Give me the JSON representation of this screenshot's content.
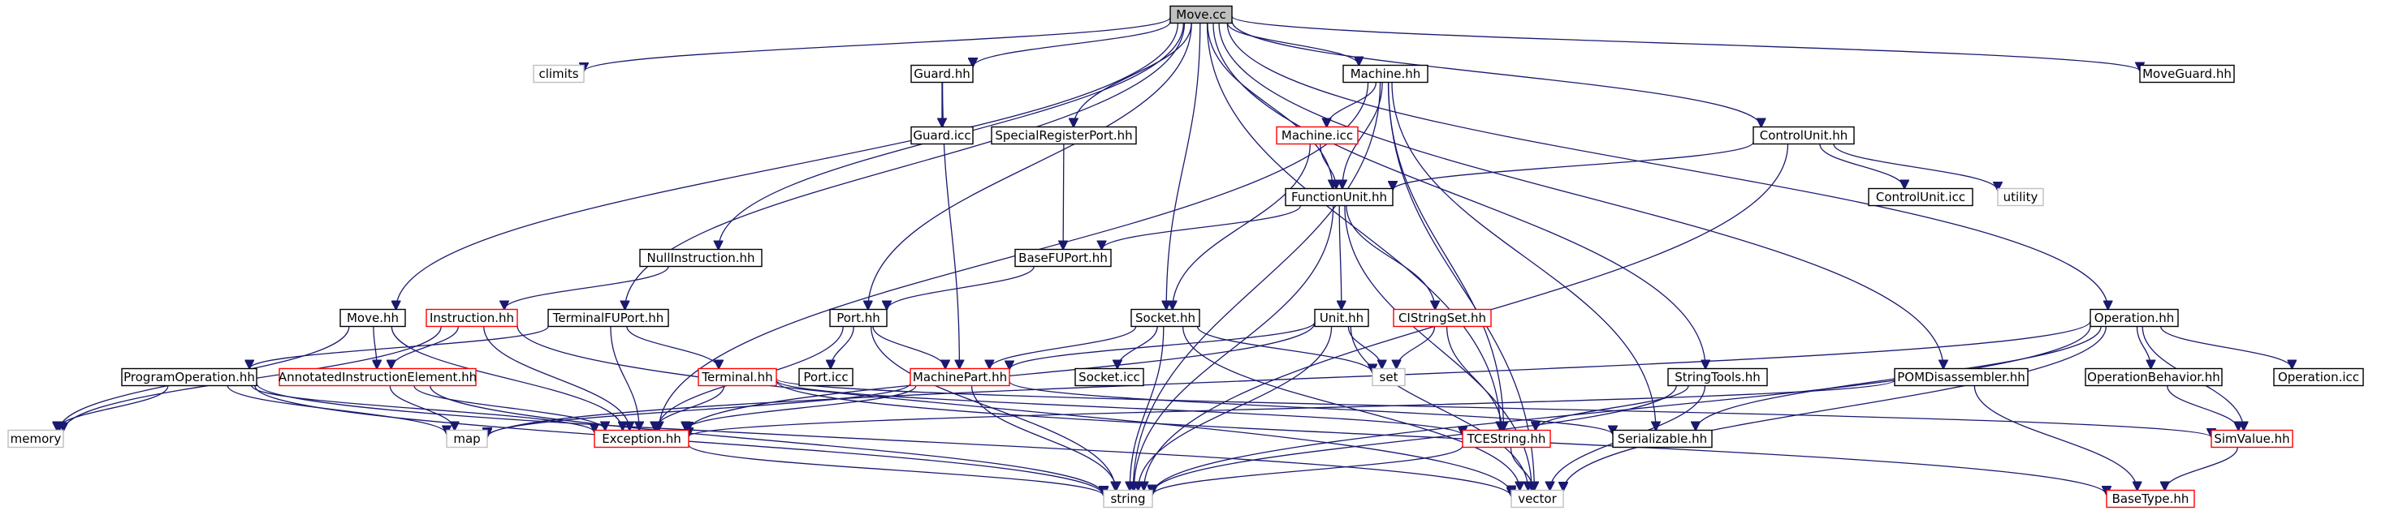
{
  "colors": {
    "edge": "#191970",
    "border_normal": "#000000",
    "border_missing": "#bfbfbf",
    "border_truncated": "#ff0000",
    "root_fill": "#bfbfbf",
    "fill": "#ffffff",
    "text": "#000000",
    "text_missing": "#808080"
  },
  "nodes": [
    {
      "id": "move_cc",
      "label": "Move.cc",
      "kind": "root"
    },
    {
      "id": "climits",
      "label": "climits",
      "kind": "missing"
    },
    {
      "id": "guard_hh",
      "label": "Guard.hh",
      "kind": "normal"
    },
    {
      "id": "guard_icc",
      "label": "Guard.icc",
      "kind": "normal"
    },
    {
      "id": "specialregisterport_hh",
      "label": "SpecialRegisterPort.hh",
      "kind": "normal"
    },
    {
      "id": "machine_hh",
      "label": "Machine.hh",
      "kind": "normal"
    },
    {
      "id": "machine_icc",
      "label": "Machine.icc",
      "kind": "truncated"
    },
    {
      "id": "functionunit_hh",
      "label": "FunctionUnit.hh",
      "kind": "normal"
    },
    {
      "id": "controlunit_hh",
      "label": "ControlUnit.hh",
      "kind": "normal"
    },
    {
      "id": "controlunit_icc",
      "label": "ControlUnit.icc",
      "kind": "normal"
    },
    {
      "id": "utility",
      "label": "utility",
      "kind": "missing"
    },
    {
      "id": "moveguard_hh",
      "label": "MoveGuard.hh",
      "kind": "normal"
    },
    {
      "id": "nullinstruction_hh",
      "label": "NullInstruction.hh",
      "kind": "normal"
    },
    {
      "id": "basefuport_hh",
      "label": "BaseFUPort.hh",
      "kind": "normal"
    },
    {
      "id": "move_hh",
      "label": "Move.hh",
      "kind": "normal"
    },
    {
      "id": "instruction_hh",
      "label": "Instruction.hh",
      "kind": "truncated"
    },
    {
      "id": "terminalfuport_hh",
      "label": "TerminalFUPort.hh",
      "kind": "normal"
    },
    {
      "id": "port_hh",
      "label": "Port.hh",
      "kind": "normal"
    },
    {
      "id": "socket_hh",
      "label": "Socket.hh",
      "kind": "normal"
    },
    {
      "id": "unit_hh",
      "label": "Unit.hh",
      "kind": "normal"
    },
    {
      "id": "cistringset_hh",
      "label": "CIStringSet.hh",
      "kind": "truncated"
    },
    {
      "id": "operation_hh",
      "label": "Operation.hh",
      "kind": "normal"
    },
    {
      "id": "programoperation_hh",
      "label": "ProgramOperation.hh",
      "kind": "normal"
    },
    {
      "id": "annotatedinstructionelement_hh",
      "label": "AnnotatedInstructionElement.hh",
      "kind": "truncated"
    },
    {
      "id": "terminal_hh",
      "label": "Terminal.hh",
      "kind": "truncated"
    },
    {
      "id": "port_icc",
      "label": "Port.icc",
      "kind": "normal"
    },
    {
      "id": "machinepart_hh",
      "label": "MachinePart.hh",
      "kind": "truncated"
    },
    {
      "id": "socket_icc",
      "label": "Socket.icc",
      "kind": "normal"
    },
    {
      "id": "set",
      "label": "set",
      "kind": "missing"
    },
    {
      "id": "stringtools_hh",
      "label": "StringTools.hh",
      "kind": "normal"
    },
    {
      "id": "pomdisassembler_hh",
      "label": "POMDisassembler.hh",
      "kind": "normal"
    },
    {
      "id": "operationbehavior_hh",
      "label": "OperationBehavior.hh",
      "kind": "normal"
    },
    {
      "id": "operation_icc",
      "label": "Operation.icc",
      "kind": "normal"
    },
    {
      "id": "memory",
      "label": "memory",
      "kind": "missing"
    },
    {
      "id": "map",
      "label": "map",
      "kind": "missing"
    },
    {
      "id": "exception_hh",
      "label": "Exception.hh",
      "kind": "truncated"
    },
    {
      "id": "tcestring_hh",
      "label": "TCEString.hh",
      "kind": "truncated"
    },
    {
      "id": "serializable_hh",
      "label": "Serializable.hh",
      "kind": "normal"
    },
    {
      "id": "simvalue_hh",
      "label": "SimValue.hh",
      "kind": "truncated"
    },
    {
      "id": "string",
      "label": "string",
      "kind": "missing"
    },
    {
      "id": "vector",
      "label": "vector",
      "kind": "missing"
    },
    {
      "id": "basetype_hh",
      "label": "BaseType.hh",
      "kind": "truncated"
    }
  ],
  "edges": [
    [
      "move_cc",
      "climits"
    ],
    [
      "move_cc",
      "guard_hh"
    ],
    [
      "move_cc",
      "specialregisterport_hh"
    ],
    [
      "move_cc",
      "machine_hh"
    ],
    [
      "move_cc",
      "functionunit_hh"
    ],
    [
      "move_cc",
      "controlunit_hh"
    ],
    [
      "move_cc",
      "moveguard_hh"
    ],
    [
      "move_cc",
      "nullinstruction_hh"
    ],
    [
      "move_cc",
      "move_hh"
    ],
    [
      "move_cc",
      "terminalfuport_hh"
    ],
    [
      "move_cc",
      "port_hh"
    ],
    [
      "move_cc",
      "socket_hh"
    ],
    [
      "move_cc",
      "tcestring_hh"
    ],
    [
      "move_cc",
      "stringtools_hh"
    ],
    [
      "move_cc",
      "pomdisassembler_hh"
    ],
    [
      "move_cc",
      "operation_hh"
    ],
    [
      "guard_hh",
      "guard_icc"
    ],
    [
      "guard_hh",
      "machinepart_hh"
    ],
    [
      "specialregisterport_hh",
      "basefuport_hh"
    ],
    [
      "machine_hh",
      "machine_icc"
    ],
    [
      "machine_hh",
      "functionunit_hh"
    ],
    [
      "machine_hh",
      "exception_hh"
    ],
    [
      "machine_hh",
      "string"
    ],
    [
      "machine_hh",
      "tcestring_hh"
    ],
    [
      "machine_hh",
      "serializable_hh"
    ],
    [
      "machine_hh",
      "vector"
    ],
    [
      "machine_icc",
      "functionunit_hh"
    ],
    [
      "machine_icc",
      "socket_hh"
    ],
    [
      "controlunit_hh",
      "functionunit_hh"
    ],
    [
      "controlunit_hh",
      "controlunit_icc"
    ],
    [
      "controlunit_hh",
      "utility"
    ],
    [
      "controlunit_hh",
      "string"
    ],
    [
      "functionunit_hh",
      "basefuport_hh"
    ],
    [
      "functionunit_hh",
      "unit_hh"
    ],
    [
      "functionunit_hh",
      "cistringset_hh"
    ],
    [
      "functionunit_hh",
      "string"
    ],
    [
      "functionunit_hh",
      "vector"
    ],
    [
      "nullinstruction_hh",
      "instruction_hh"
    ],
    [
      "basefuport_hh",
      "port_hh"
    ],
    [
      "move_hh",
      "memory"
    ],
    [
      "move_hh",
      "annotatedinstructionelement_hh"
    ],
    [
      "move_hh",
      "exception_hh"
    ],
    [
      "instruction_hh",
      "annotatedinstructionelement_hh"
    ],
    [
      "instruction_hh",
      "exception_hh"
    ],
    [
      "instruction_hh",
      "memory"
    ],
    [
      "instruction_hh",
      "vector"
    ],
    [
      "terminalfuport_hh",
      "terminal_hh"
    ],
    [
      "terminalfuport_hh",
      "exception_hh"
    ],
    [
      "terminalfuport_hh",
      "programoperation_hh"
    ],
    [
      "port_hh",
      "port_icc"
    ],
    [
      "port_hh",
      "machinepart_hh"
    ],
    [
      "port_hh",
      "exception_hh"
    ],
    [
      "port_hh",
      "string"
    ],
    [
      "socket_hh",
      "socket_icc"
    ],
    [
      "socket_hh",
      "machinepart_hh"
    ],
    [
      "socket_hh",
      "set"
    ],
    [
      "socket_hh",
      "string"
    ],
    [
      "socket_hh",
      "vector"
    ],
    [
      "unit_hh",
      "machinepart_hh"
    ],
    [
      "unit_hh",
      "set"
    ],
    [
      "unit_hh",
      "exception_hh"
    ],
    [
      "unit_hh",
      "string"
    ],
    [
      "unit_hh",
      "vector"
    ],
    [
      "cistringset_hh",
      "set"
    ],
    [
      "cistringset_hh",
      "tcestring_hh"
    ],
    [
      "operation_hh",
      "operationbehavior_hh"
    ],
    [
      "operation_hh",
      "operation_icc"
    ],
    [
      "operation_hh",
      "map"
    ],
    [
      "operation_hh",
      "serializable_hh"
    ],
    [
      "operation_hh",
      "simvalue_hh"
    ],
    [
      "operation_hh",
      "string"
    ],
    [
      "operation_hh",
      "vector"
    ],
    [
      "programoperation_hh",
      "memory"
    ],
    [
      "programoperation_hh",
      "map"
    ],
    [
      "programoperation_hh",
      "exception_hh"
    ],
    [
      "programoperation_hh",
      "string"
    ],
    [
      "programoperation_hh",
      "vector"
    ],
    [
      "annotatedinstructionelement_hh",
      "map"
    ],
    [
      "annotatedinstructionelement_hh",
      "exception_hh"
    ],
    [
      "annotatedinstructionelement_hh",
      "string"
    ],
    [
      "terminal_hh",
      "exception_hh"
    ],
    [
      "terminal_hh",
      "tcestring_hh"
    ],
    [
      "terminal_hh",
      "simvalue_hh"
    ],
    [
      "terminal_hh",
      "basetype_hh"
    ],
    [
      "machinepart_hh",
      "exception_hh"
    ],
    [
      "machinepart_hh",
      "serializable_hh"
    ],
    [
      "machinepart_hh",
      "string"
    ],
    [
      "machinepart_hh",
      "map"
    ],
    [
      "stringtools_hh",
      "tcestring_hh"
    ],
    [
      "stringtools_hh",
      "string"
    ],
    [
      "stringtools_hh",
      "vector"
    ],
    [
      "pomdisassembler_hh",
      "exception_hh"
    ],
    [
      "pomdisassembler_hh",
      "basetype_hh"
    ],
    [
      "operationbehavior_hh",
      "simvalue_hh"
    ],
    [
      "exception_hh",
      "string"
    ],
    [
      "tcestring_hh",
      "string"
    ],
    [
      "tcestring_hh",
      "vector"
    ],
    [
      "simvalue_hh",
      "basetype_hh"
    ]
  ]
}
